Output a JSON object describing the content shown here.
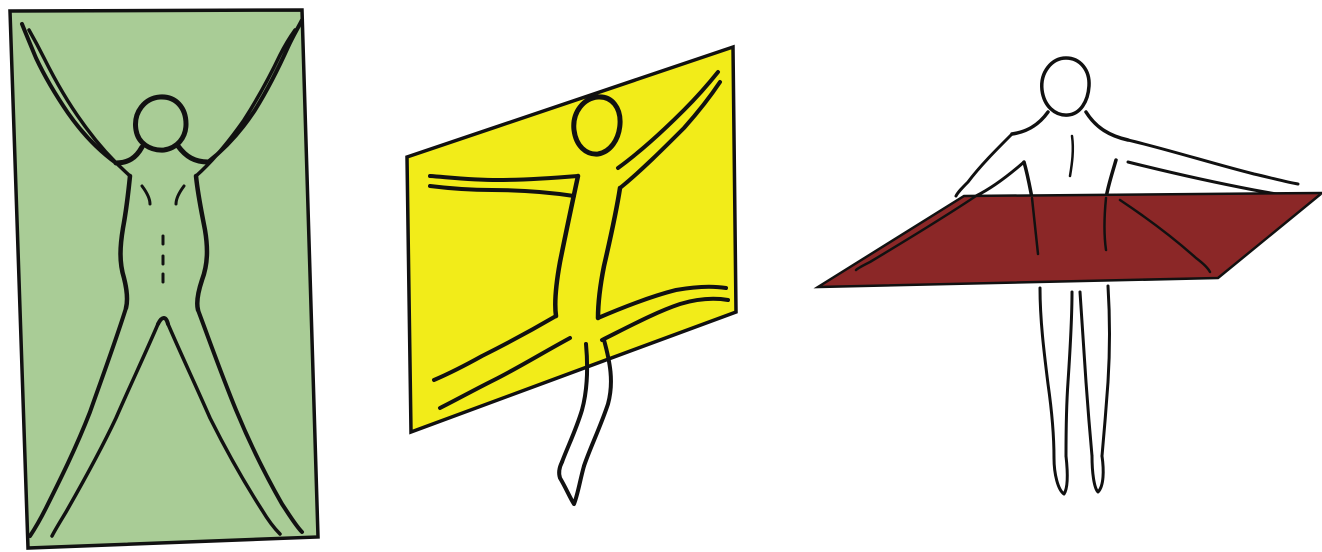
{
  "figure": {
    "panels": [
      {
        "id": "panel-1",
        "plane_color": "#a9cc96",
        "figure_pose": "star-jump-front-view"
      },
      {
        "id": "panel-2",
        "plane_color": "#f2ec19",
        "figure_pose": "leaping-side-view"
      },
      {
        "id": "panel-3",
        "plane_color": "#8b2727",
        "figure_pose": "standing-back-view"
      }
    ],
    "ink_color": "#111111",
    "background_color": "#ffffff"
  }
}
